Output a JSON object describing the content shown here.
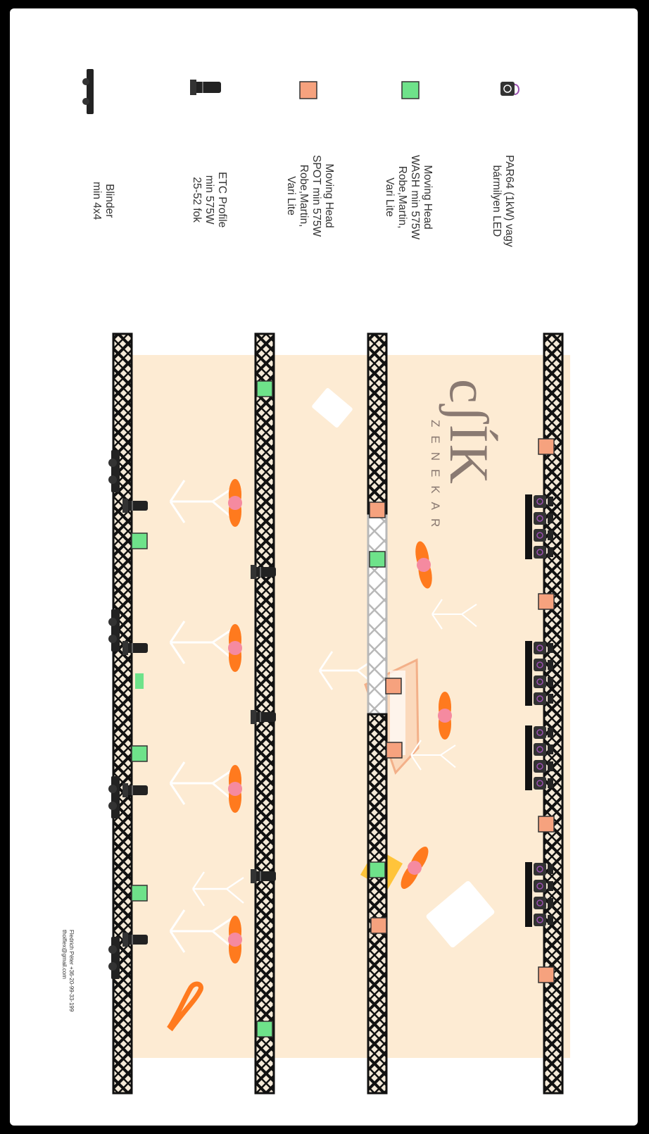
{
  "legend": [
    {
      "icon": "par64-icon",
      "label": "PAR64 (1kW) vagy\nbármilyen LED"
    },
    {
      "icon": "moving-head-wash-icon",
      "label": "Moving Head\nWASH min 575W\nRobe,Martin,\nVari Lite"
    },
    {
      "icon": "moving-head-spot-icon",
      "label": "Moving Head\nSPOT min 575W\nRobe,Martin,\nVari Lite"
    },
    {
      "icon": "etc-profile-icon",
      "label": "ETC Profile\nmin 575W\n25-52 fok"
    },
    {
      "icon": "blinder-icon",
      "label": "Blinder\nmin 4x4"
    }
  ],
  "logo": {
    "mark": "cʃÍK",
    "sub": "ZENEKAR"
  },
  "credit": "Fledrich Péter +36-20-99-33-199\nthoiflex@gmail.com",
  "colors": {
    "stage": "#fdebd3",
    "truss": "#111111",
    "wash": "#6ee28a",
    "spot": "#f6a27e",
    "musician": "#ff7a1e",
    "musician_core": "#f58aa0",
    "par_accent": "#9a4fb0",
    "logo": "#8a7a72"
  }
}
